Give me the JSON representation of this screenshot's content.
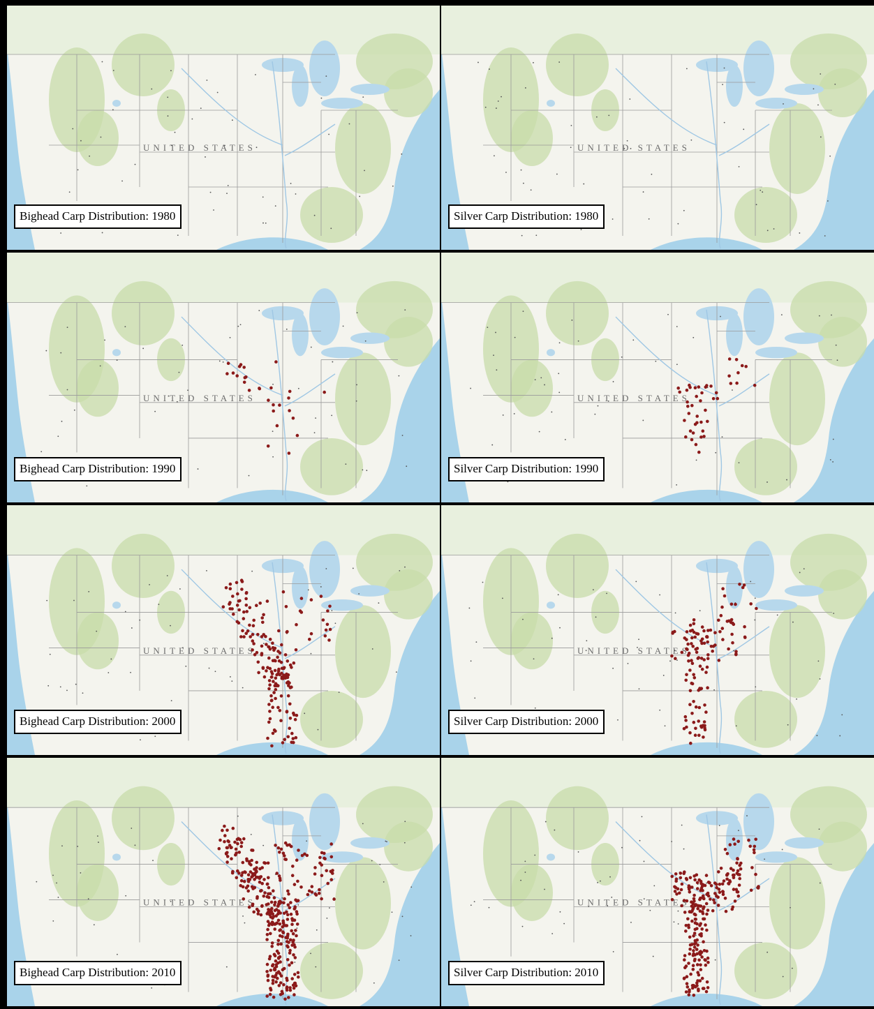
{
  "map_label": "UNITED STATES",
  "colors": {
    "ocean": "#a9d3ea",
    "land": "#f4f4ee",
    "vegetation": "#c8dcaa",
    "lakes": "#b7d8ec",
    "state_border": "#9a9a9a",
    "river": "#9fc7e4",
    "point": "#8b1a1a"
  },
  "panels": [
    {
      "caption": "Bighead Carp Distribution: 1980",
      "species": "Bighead Carp",
      "year": 1980
    },
    {
      "caption": "Silver Carp Distribution: 1980",
      "species": "Silver Carp",
      "year": 1980
    },
    {
      "caption": "Bighead Carp Distribution: 1990",
      "species": "Bighead Carp",
      "year": 1990
    },
    {
      "caption": "Silver Carp Distribution: 1990",
      "species": "Silver Carp",
      "year": 1990
    },
    {
      "caption": "Bighead Carp Distribution: 2000",
      "species": "Bighead Carp",
      "year": 2000
    },
    {
      "caption": "Silver Carp Distribution: 2000",
      "species": "Silver Carp",
      "year": 2000
    },
    {
      "caption": "Bighead Carp Distribution: 2010",
      "species": "Bighead Carp",
      "year": 2010
    },
    {
      "caption": "Silver Carp Distribution: 2010",
      "species": "Silver Carp",
      "year": 2010
    }
  ]
}
